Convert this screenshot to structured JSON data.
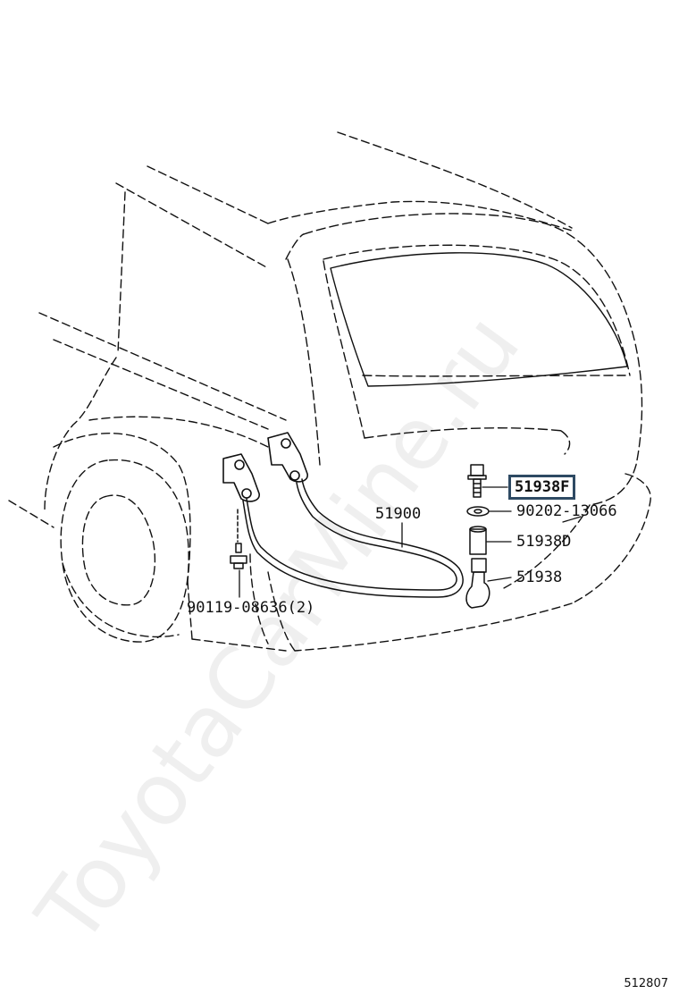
{
  "diagram": {
    "id_label": "512807",
    "watermark": "ToyotaCarMine.ru"
  },
  "labels": [
    {
      "key": "51938F",
      "text": "51938F",
      "highlighted": true
    },
    {
      "key": "90202-13066",
      "text": "90202-13066",
      "highlighted": false
    },
    {
      "key": "51938D",
      "text": "51938D",
      "highlighted": false
    },
    {
      "key": "51938",
      "text": "51938",
      "highlighted": false
    },
    {
      "key": "51900",
      "text": "51900",
      "highlighted": false
    },
    {
      "key": "90119-08636",
      "text": "90119-08636(2)",
      "highlighted": false
    }
  ],
  "colors": {
    "line": "#111111",
    "highlight_border": "#2e4a63"
  }
}
